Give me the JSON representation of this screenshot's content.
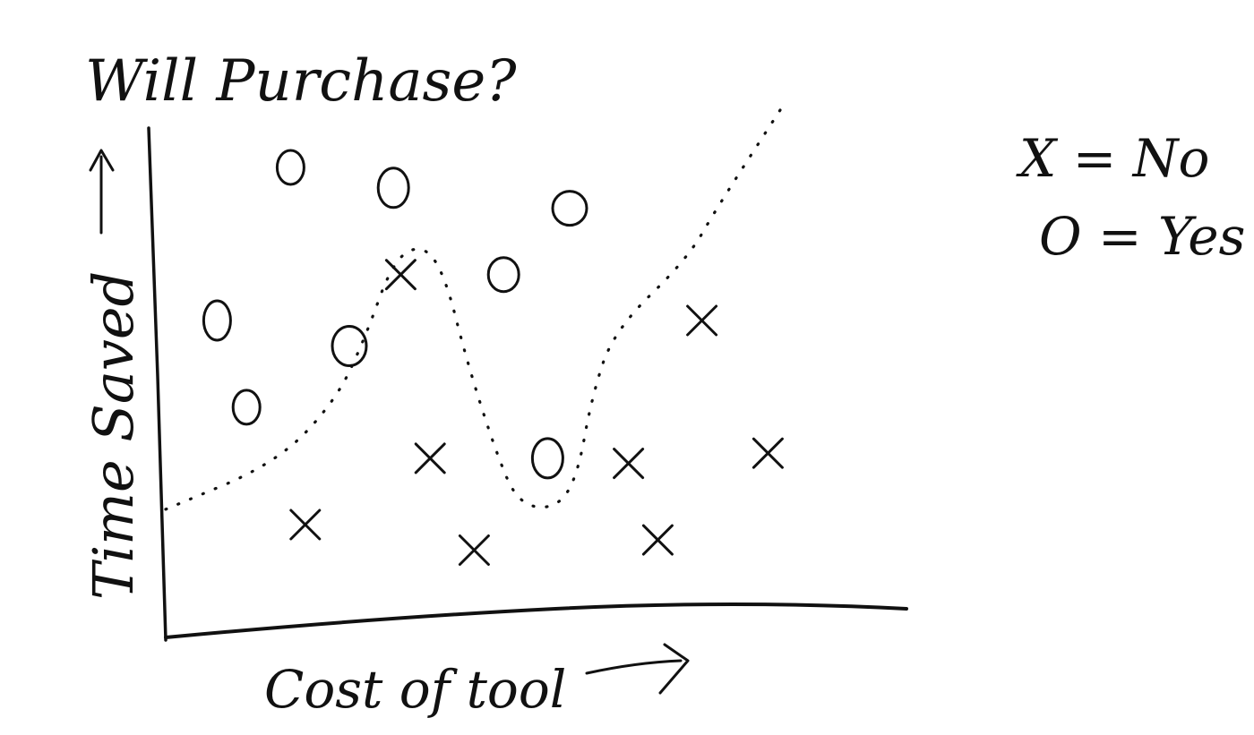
{
  "colors": {
    "ink": "#111111",
    "background": "#ffffff"
  },
  "chart_data": {
    "type": "scatter",
    "title": "Will Purchase?",
    "xlabel": "Cost of tool",
    "ylabel": "Time Saved",
    "xlim": [
      0,
      10
    ],
    "ylim": [
      0,
      10
    ],
    "grid": false,
    "legend_position": "top-right",
    "legend": [
      {
        "marker": "X",
        "label": "X = No"
      },
      {
        "marker": "O",
        "label": "O = Yes"
      }
    ],
    "series": [
      {
        "marker": "O",
        "points": [
          [
            1.7,
            9.0
          ],
          [
            3.1,
            8.6
          ],
          [
            5.5,
            8.2
          ],
          [
            0.7,
            6.0
          ],
          [
            4.6,
            6.9
          ],
          [
            2.5,
            5.5
          ],
          [
            1.1,
            4.3
          ],
          [
            5.2,
            3.3
          ]
        ]
      },
      {
        "marker": "X",
        "points": [
          [
            3.2,
            6.9
          ],
          [
            7.3,
            6.0
          ],
          [
            3.6,
            3.3
          ],
          [
            6.3,
            3.2
          ],
          [
            8.2,
            3.4
          ],
          [
            1.9,
            2.0
          ],
          [
            4.2,
            1.5
          ],
          [
            6.7,
            1.7
          ]
        ]
      }
    ],
    "boundary": [
      [
        0.0,
        2.3
      ],
      [
        1.5,
        3.2
      ],
      [
        2.3,
        4.4
      ],
      [
        2.7,
        5.6
      ],
      [
        3.1,
        7.2
      ],
      [
        3.5,
        7.5
      ],
      [
        3.8,
        6.9
      ],
      [
        4.1,
        5.2
      ],
      [
        4.5,
        3.4
      ],
      [
        4.8,
        2.4
      ],
      [
        5.3,
        2.3
      ],
      [
        5.6,
        2.9
      ],
      [
        5.8,
        4.5
      ],
      [
        6.1,
        5.8
      ],
      [
        7.1,
        7.2
      ],
      [
        7.5,
        8.2
      ],
      [
        8.4,
        10.2
      ]
    ]
  }
}
